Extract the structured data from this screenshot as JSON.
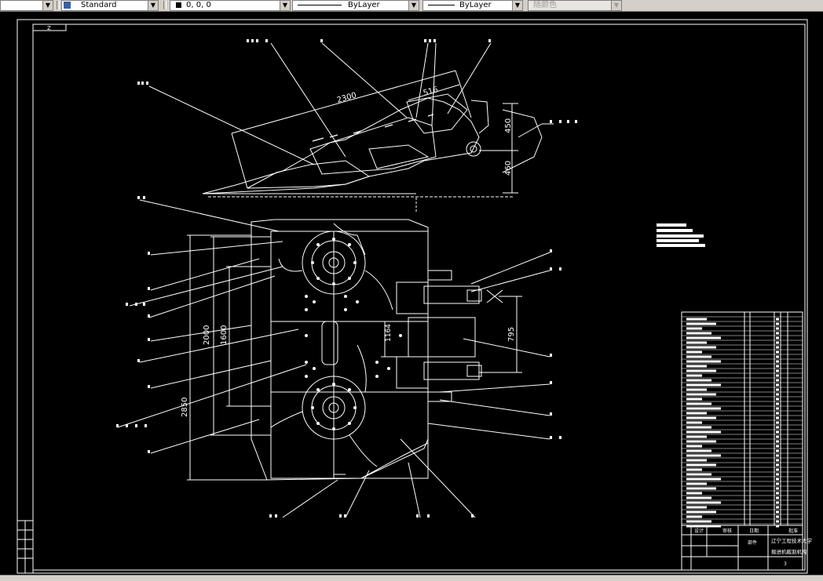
{
  "toolbar": {
    "text_style": "Standard",
    "color_value": "0, 0, 0",
    "linetype": "ByLayer",
    "lineweight": "ByLayer",
    "plot_style": "随颜色"
  },
  "drawing": {
    "sheet_tag": "Z",
    "dimensions": {
      "top_length": "2300",
      "top_offset": "516",
      "top_height": "450",
      "top_height2": "460",
      "plan_2000": "2000",
      "plan_1600": "1600",
      "plan_2850": "2850",
      "plan_1164": "1164",
      "plan_795": "795"
    },
    "title_block": {
      "drawn_label": "设计",
      "check_label": "审核",
      "date_label": "日期",
      "approve_label": "批准",
      "part_label": "部件",
      "school": "辽宁工程技术大学",
      "drawing_name": "掘进机截割机构",
      "sheet_no": "3"
    }
  },
  "colors": {
    "background": "#000000",
    "lines": "#ffffff",
    "toolbar": "#d4d0c8"
  }
}
